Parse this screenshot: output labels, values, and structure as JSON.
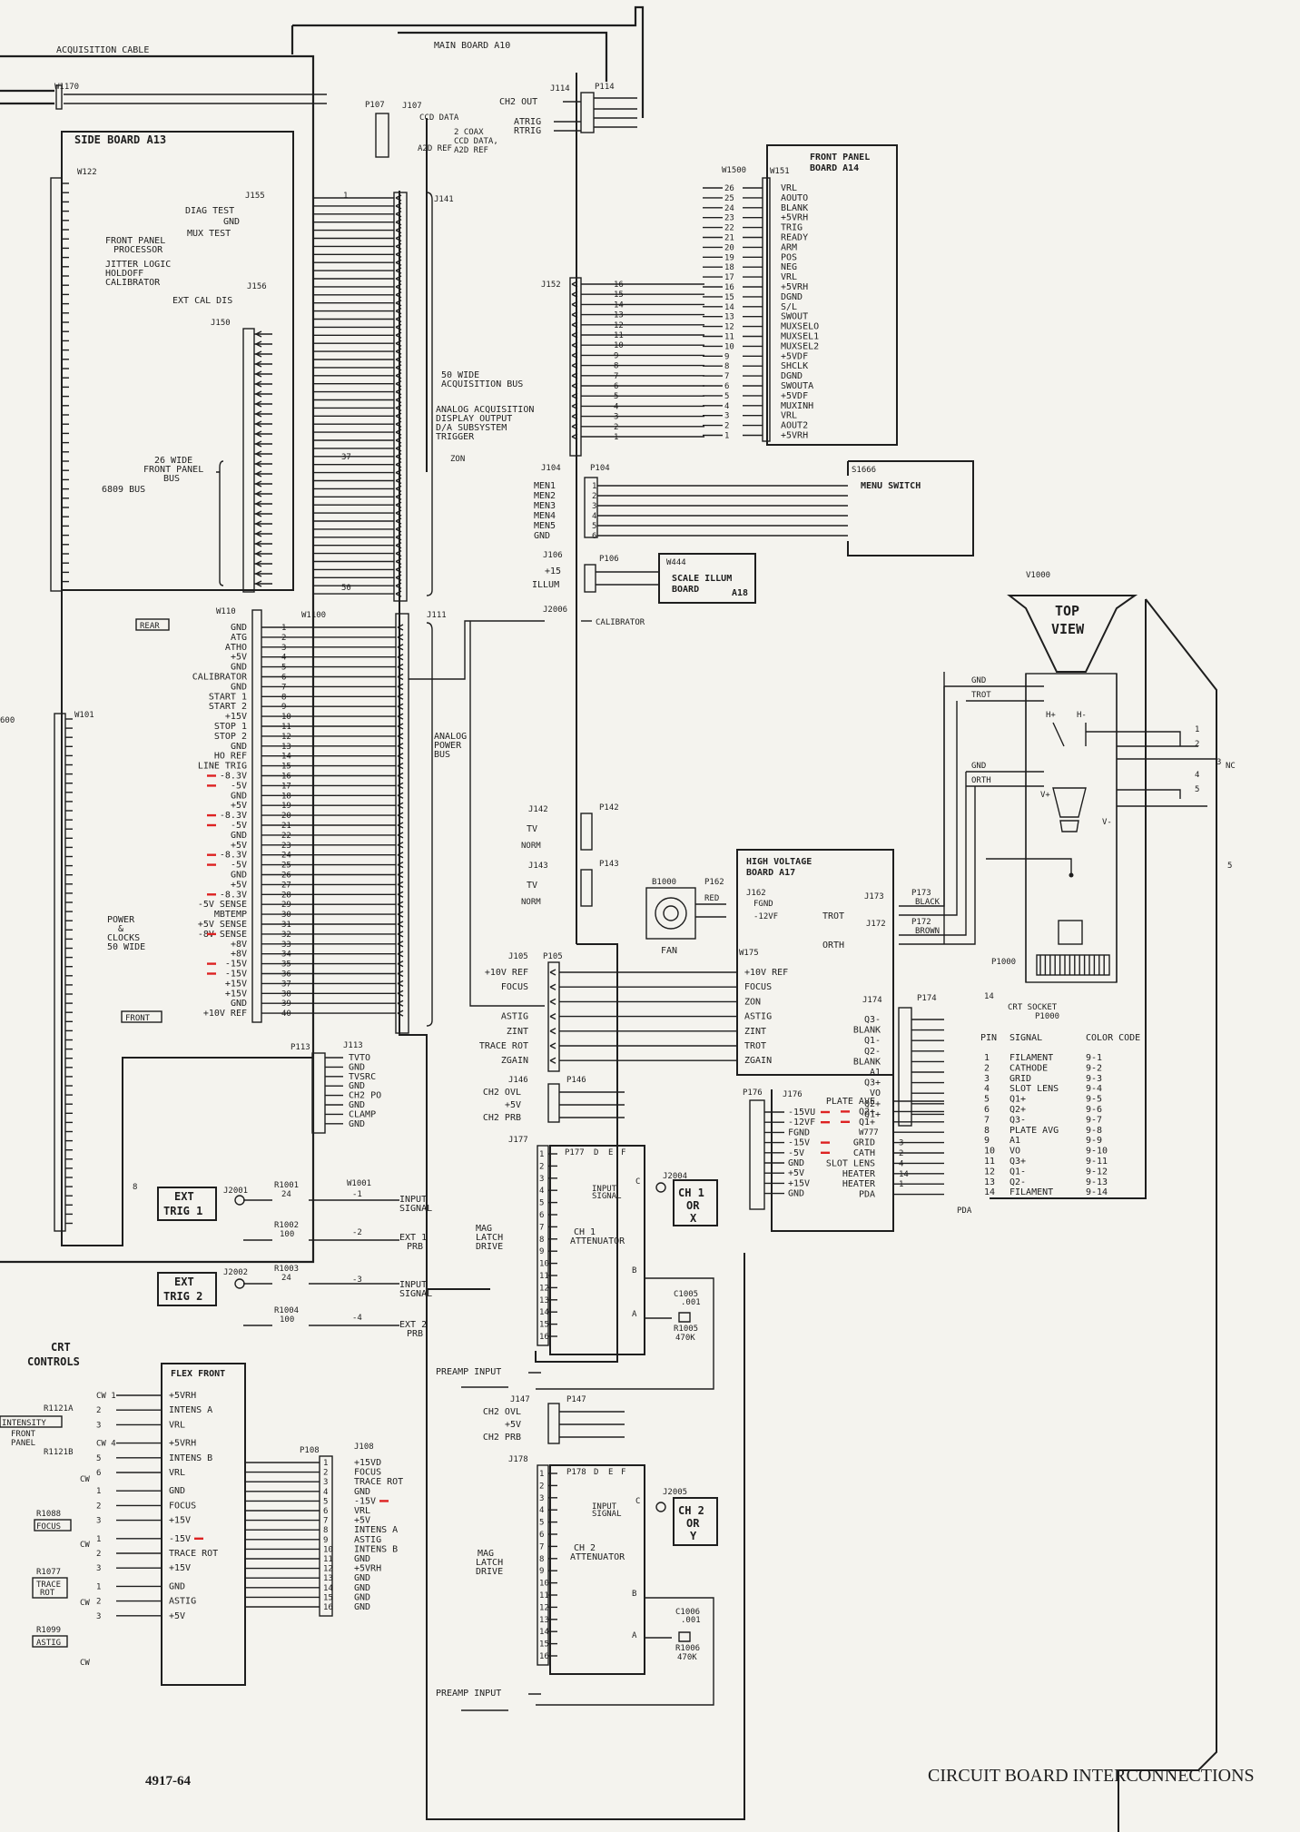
{
  "footer": {
    "doc_number": "4917-64",
    "title": "CIRCUIT BOARD INTERCONNECTIONS"
  },
  "colors": {
    "ink": "#1e1e1e",
    "paper": "#f4f3ee",
    "red_marker": "#dd2222"
  },
  "labels": {
    "acq_cable": "ACQUISITION CABLE",
    "w1170": "W1170",
    "main_board": "MAIN BOARD A10",
    "side_board": "SIDE BOARD A13",
    "w122": "W122",
    "j155": "J155",
    "diag_test": "DIAG TEST",
    "gnd": "GND",
    "mux_test": "MUX TEST",
    "fpp1": "FRONT PANEL",
    "fpp2": "PROCESSOR",
    "jit1": "JITTER LOGIC",
    "jit2": "HOLDOFF",
    "jit3": "CALIBRATOR",
    "j156": "J156",
    "ext_cal": "EXT CAL DIS",
    "j150": "J150",
    "fp_bus1": "26 WIDE",
    "fp_bus2": "FRONT PANEL",
    "fp_bus3": "BUS",
    "bus6809": "6809 BUS",
    "p107": "P107",
    "j107": "J107",
    "ccd_data": "CCD DATA",
    "a2d_ref": "A2D REF",
    "coax1": "2 COAX",
    "coax2": "CCD DATA,",
    "coax3": "A2D REF",
    "j141": "J141",
    "acq50_1": "50 WIDE",
    "acq50_2": "ACQUISITION BUS",
    "an1": "ANALOG ACQUISITION",
    "an2": "DISPLAY OUTPUT",
    "an3": "D/A SUBSYSTEM",
    "an4": "TRIGGER",
    "pin1": "1",
    "pin37": "37",
    "pin50": "50",
    "zon": "ZON",
    "j114": "J114",
    "p114": "P114",
    "ch2out": "CH2 OUT",
    "atrig": "ATRIG",
    "rtrig": "RTRIG",
    "w1500": "W1500",
    "w151": "W151",
    "fp_board1": "FRONT PANEL",
    "fp_board2": "BOARD A14",
    "j152": "J152",
    "j104": "J104",
    "p104": "P104",
    "s1666": "S1666",
    "menu_switch": "MENU SWITCH",
    "j106": "J106",
    "p106": "P106",
    "w444": "W444",
    "scale1": "SCALE ILLUM",
    "scale2": "BOARD",
    "a18": "A18",
    "j2006": "J2006",
    "calibrator": "CALIBRATOR",
    "v1000": "V1000",
    "topview1": "TOP",
    "topview2": "VIEW",
    "crt_gnd1": "GND",
    "crt_trot": "TROT",
    "crt_gnd2": "GND",
    "crt_orth": "ORTH",
    "hplus": "H+",
    "hminus": "H-",
    "vplus": "V+",
    "vminus": "V-",
    "nc": "NC",
    "j111": "J111",
    "w110": "W110",
    "w1100": "W1100",
    "rear": "REAR",
    "front": "FRONT",
    "w101": "W101",
    "left600": "600",
    "analog_pwr1": "ANALOG",
    "analog_pwr2": "POWER",
    "analog_pwr3": "BUS",
    "pwr1": "POWER",
    "pwr2": "&",
    "pwr3": "CLOCKS",
    "pwr4": "50 WIDE",
    "j142": "J142",
    "p142": "P142",
    "j143": "J143",
    "p143": "P143",
    "tv": "TV",
    "norm": "NORM",
    "b1000": "B1000",
    "fan": "FAN",
    "p162": "P162",
    "j162": "J162",
    "fgnd": "FGND",
    "minus12vf": "-12VF",
    "red": "RED",
    "hv1": "HIGH VOLTAGE",
    "hv2": "BOARD A17",
    "j173": "J173",
    "p173": "P173",
    "black": "BLACK",
    "j172": "J172",
    "p172": "P172",
    "brown": "BROWN",
    "trot": "TROT",
    "orth": "ORTH",
    "p1000": "P1000",
    "n14": "14",
    "n5": "5",
    "n8": "8",
    "crt_socket1": "CRT SOCKET",
    "crt_socket2": "P1000",
    "j105": "J105",
    "p105": "P105",
    "w175": "W175",
    "j174": "J174",
    "p174": "P174",
    "j113": "J113",
    "p113": "P113",
    "j146": "J146",
    "p146": "P146",
    "ch2ovl": "CH2 OVL",
    "plus5v": "+5V",
    "ch2prb": "CH2 PRB",
    "j177": "J177",
    "p177": "P177",
    "d": "D",
    "e": "E",
    "f": "F",
    "mag1": "MAG",
    "mag2": "LATCH",
    "mag3": "DRIVE",
    "input_sig1": "INPUT",
    "input_sig2": "SIGNAL",
    "c": "C",
    "b": "B",
    "a": "A",
    "ch1att1": "CH 1",
    "ch1att2": "ATTENUATOR",
    "ch2att1": "CH 2",
    "ch2att2": "ATTENUATOR",
    "j2004": "J2004",
    "j2005": "J2005",
    "ch1": "CH 1",
    "ch2": "CH 2",
    "orx": "OR",
    "x": "X",
    "ory": "OR",
    "y": "Y",
    "p176": "P176",
    "j176": "J176",
    "w777": "W777",
    "pda": "PDA",
    "c1005": "C1005",
    "c1005v": ".001",
    "r1005": "R1005",
    "r1005v": "470K",
    "c1006": "C1006",
    "c1006v": ".001",
    "r1006": "R1006",
    "r1006v": "470K",
    "preamp": "PREAMP INPUT",
    "j147": "J147",
    "p147": "P147",
    "j178": "J178",
    "p178": "P178",
    "ext1a": "EXT",
    "ext1b": "TRIG 1",
    "ext2a": "EXT",
    "ext2b": "TRIG 2",
    "j2001": "J2001",
    "j2002": "J2002",
    "r1001": "R1001",
    "r1001v": "24",
    "r1002": "R1002",
    "r1002v": "100",
    "r1003": "R1003",
    "r1003v": "24",
    "r1004": "R1004",
    "r1004v": "100",
    "w1001": "W1001",
    "wm1": "-1",
    "wm2": "-2",
    "wm3": "-3",
    "wm4": "-4",
    "inp_sig_a": "INPUT",
    "inp_sig_b": "SIGNAL",
    "ext1prb_a": "EXT 1",
    "ext1prb_b": "PRB",
    "ext2prb_a": "EXT 2",
    "ext2prb_b": "PRB",
    "crt_ctrl1": "CRT",
    "crt_ctrl2": "CONTROLS",
    "flex_front": "FLEX FRONT",
    "r1121a": "R1121A",
    "r1121b": "R1121B",
    "intensity": "INTENSITY",
    "frontpanel1": "FRONT",
    "frontpanel2": "PANEL",
    "r1088": "R1088",
    "focus_box": "FOCUS",
    "r1077": "R1077",
    "trace_box1": "TRACE",
    "trace_box2": "ROT",
    "r1099": "R1099",
    "astig_box": "ASTIG",
    "cw": "CW",
    "p108": "P108",
    "j108": "J108"
  },
  "w110_signals": [
    "GND",
    "ATG",
    "ATHO",
    "+5V",
    "GND",
    "CALIBRATOR",
    "GND",
    "START 1",
    "START 2",
    "+15V",
    "STOP 1",
    "STOP 2",
    "GND",
    "HO REF",
    "LINE TRIG",
    "-8.3V",
    "-5V",
    "GND",
    "+5V",
    "-8.3V",
    "-5V",
    "GND",
    "+5V",
    "-8.3V",
    "-5V",
    "GND",
    "+5V",
    "-8.3V",
    "-5V SENSE",
    "MBTEMP",
    "+5V SENSE",
    "-8V SENSE",
    "+8V",
    "+8V",
    "-15V",
    "-15V",
    "+15V",
    "+15V",
    "GND",
    "+10V REF"
  ],
  "w110_pins": [
    "1",
    "2",
    "3",
    "4",
    "5",
    "6",
    "7",
    "8",
    "9",
    "10",
    "11",
    "12",
    "13",
    "14",
    "15",
    "16",
    "17",
    "18",
    "19",
    "20",
    "21",
    "22",
    "23",
    "24",
    "25",
    "26",
    "27",
    "28",
    "29",
    "30",
    "31",
    "32",
    "33",
    "34",
    "35",
    "36",
    "37",
    "38",
    "39",
    "40"
  ],
  "fp_signals": [
    "VRL",
    "AOUTO",
    "BLANK",
    "+5VRH",
    "TRIG",
    "READY",
    "ARM",
    "POS",
    "NEG",
    "VRL",
    "+5VRH",
    "DGND",
    "S/L",
    "SWOUT",
    "MUXSELO",
    "MUXSEL1",
    "MUXSEL2",
    "+5VDF",
    "SHCLK",
    "DGND",
    "SWOUTA",
    "+5VDF",
    "MUXINH",
    "VRL",
    "AOUT2",
    "+5VRH"
  ],
  "w1500_pins": [
    "26",
    "25",
    "24",
    "23",
    "22",
    "21",
    "20",
    "19",
    "18",
    "17",
    "16",
    "15",
    "14",
    "13",
    "12",
    "11",
    "10",
    "9",
    "8",
    "7",
    "6",
    "5",
    "4",
    "3",
    "2",
    "1"
  ],
  "j152_pins": [
    "16",
    "15",
    "14",
    "13",
    "12",
    "11",
    "10",
    "9",
    "8",
    "7",
    "6",
    "5",
    "4",
    "3",
    "2",
    "1"
  ],
  "menu_signals": [
    "MEN1",
    "MEN2",
    "MEN3",
    "MEN4",
    "MEN5",
    "GND"
  ],
  "menu_pins": [
    "1",
    "2",
    "3",
    "4",
    "5",
    "6"
  ],
  "j106_signals": [
    "+15",
    "ILLUM"
  ],
  "j105_signals": [
    "+10V REF",
    "FOCUS",
    "",
    "ASTIG",
    "ZINT",
    "TRACE ROT",
    "ZGAIN"
  ],
  "w175_signals": [
    "+10V REF",
    "FOCUS",
    "ZON",
    "ASTIG",
    "ZINT",
    "TROT",
    "ZGAIN"
  ],
  "j174_signals": [
    "Q3-",
    "BLANK",
    "Q1-",
    "Q2-",
    "BLANK",
    "A1",
    "Q3+",
    "VO",
    "Q2+",
    "Q1+"
  ],
  "j113_signals": [
    "TVTO",
    "GND",
    "TVSRC",
    "GND",
    "CH2 PO",
    "GND",
    "CLAMP",
    "GND"
  ],
  "j146_signals": [
    "CH2 OVL",
    "+5V",
    "CH2 PRB"
  ],
  "j176_signals": [
    "-15VU",
    "-12VF",
    "FGND",
    "-15V",
    "-5V",
    "GND",
    "+5V",
    "+15V",
    "GND"
  ],
  "hv_right_signals": [
    "PLATE AVE",
    "Q2+",
    "Q1+",
    "",
    "GRID",
    "CATH",
    "SLOT LENS",
    "HEATER",
    "HEATER",
    "PDA"
  ],
  "hv_right_pins": [
    "",
    "",
    "",
    "",
    "3",
    "2",
    "4",
    "14",
    "1",
    ""
  ],
  "crt_table": {
    "headers": [
      "PIN",
      "SIGNAL",
      "COLOR CODE"
    ],
    "rows": [
      [
        "1",
        "FILAMENT",
        "9-1"
      ],
      [
        "2",
        "CATHODE",
        "9-2"
      ],
      [
        "3",
        "GRID",
        "9-3"
      ],
      [
        "4",
        "SLOT LENS",
        "9-4"
      ],
      [
        "5",
        "Q1+",
        "9-5"
      ],
      [
        "6",
        "Q2+",
        "9-6"
      ],
      [
        "7",
        "Q3-",
        "9-7"
      ],
      [
        "8",
        "PLATE AVG",
        "9-8"
      ],
      [
        "9",
        "A1",
        "9-9"
      ],
      [
        "10",
        "VO",
        "9-10"
      ],
      [
        "11",
        "Q3+",
        "9-11"
      ],
      [
        "12",
        "Q1-",
        "9-12"
      ],
      [
        "13",
        "Q2-",
        "9-13"
      ],
      [
        "14",
        "FILAMENT",
        "9-14"
      ]
    ]
  },
  "flex_left_pins": [
    "CW 1",
    "2",
    "3",
    "CW 4",
    "5",
    "6",
    "1",
    "2",
    "3",
    "1",
    "2",
    "3",
    "1",
    "2",
    "3"
  ],
  "flex_signals": [
    "+5VRH",
    "INTENS A",
    "VRL",
    "+5VRH",
    "INTENS B",
    "VRL",
    "GND",
    "FOCUS",
    "+15V",
    "-15V",
    "TRACE ROT",
    "+15V",
    "GND",
    "ASTIG",
    "+5V"
  ],
  "j108_signals": [
    "+15VD",
    "FOCUS",
    "TRACE ROT",
    "GND",
    "-15V",
    "VRL",
    "+5V",
    "INTENS A",
    "ASTIG",
    "INTENS B",
    "GND",
    "+5VRH",
    "GND",
    "GND",
    "GND",
    "GND"
  ],
  "j108_pins": [
    "1",
    "2",
    "3",
    "4",
    "5",
    "6",
    "7",
    "8",
    "9",
    "10",
    "11",
    "12",
    "13",
    "14",
    "15",
    "16"
  ],
  "att_pins": [
    "1",
    "2",
    "3",
    "4",
    "5",
    "6",
    "7",
    "8",
    "9",
    "10",
    "11",
    "12",
    "13",
    "14",
    "15",
    "16"
  ]
}
